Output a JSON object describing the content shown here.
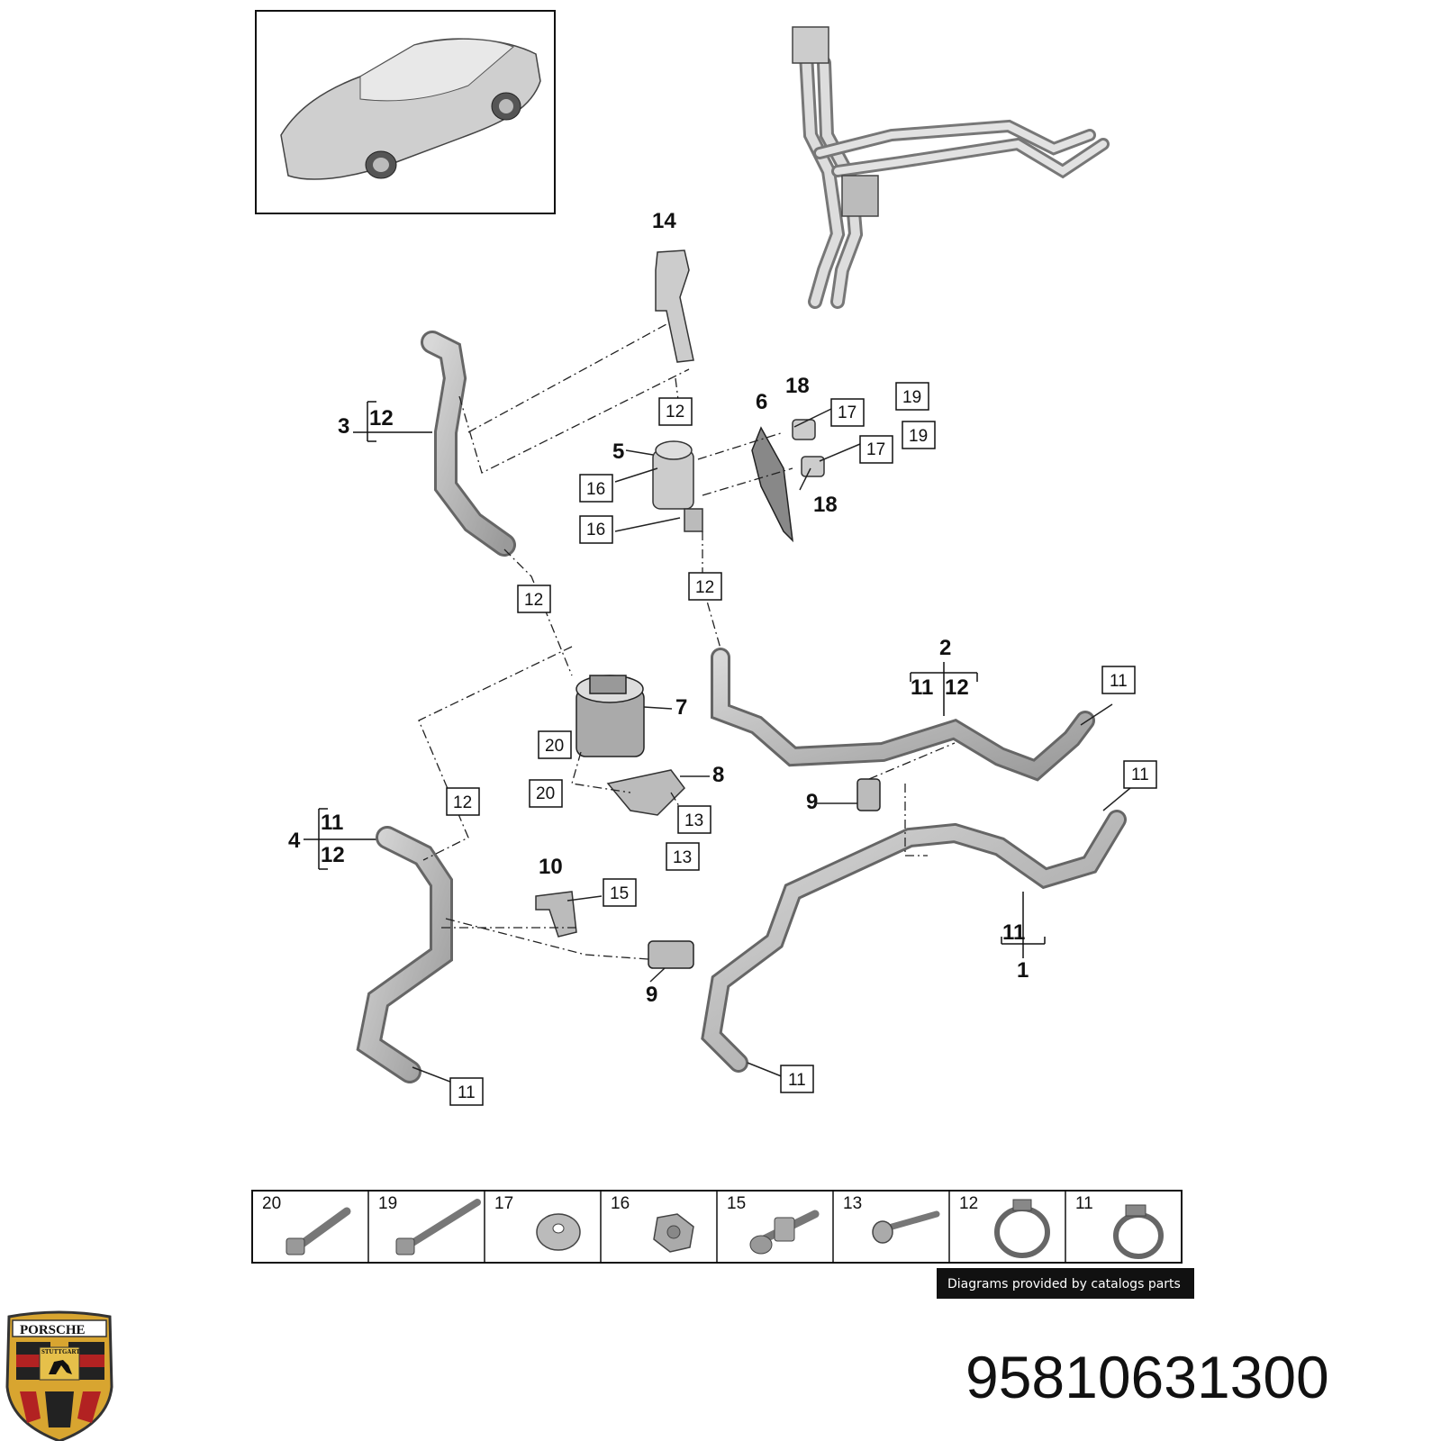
{
  "diagram": {
    "callouts": {
      "c14": "14",
      "c3": "3",
      "c3_sub": "12",
      "c6": "6",
      "c18a": "18",
      "c18b": "18",
      "c5": "5",
      "c2": "2",
      "c2_sub_a": "11",
      "c2_sub_b": "12",
      "c7": "7",
      "c8": "8",
      "c9a": "9",
      "c9b": "9",
      "c10": "10",
      "c4": "4",
      "c4_sub_a": "11",
      "c4_sub_b": "12",
      "c1": "1",
      "c1_sub": "11"
    },
    "boxes": {
      "b12_top": "12",
      "b16a": "16",
      "b16b": "16",
      "b17a": "17",
      "b17b": "17",
      "b19a": "19",
      "b19b": "19",
      "b12_left": "12",
      "b12_mid": "12",
      "b12_lower": "12",
      "b20a": "20",
      "b20b": "20",
      "b13a": "13",
      "b13b": "13",
      "b15": "15",
      "b11_r1": "11",
      "b11_r2": "11",
      "b11_bl": "11",
      "b11_bm": "11"
    }
  },
  "fastener_table": {
    "cells": [
      {
        "num": "20",
        "icon": "long-bolt-icon"
      },
      {
        "num": "19",
        "icon": "longer-bolt-icon"
      },
      {
        "num": "17",
        "icon": "washer-icon"
      },
      {
        "num": "16",
        "icon": "hex-nut-icon"
      },
      {
        "num": "15",
        "icon": "stud-bolt-icon"
      },
      {
        "num": "13",
        "icon": "screw-icon"
      },
      {
        "num": "12",
        "icon": "hose-clamp-icon"
      },
      {
        "num": "11",
        "icon": "hose-clamp-small-icon"
      }
    ]
  },
  "credit": "Diagrams provided by catalogs parts",
  "part_number": "95810631300",
  "logo": {
    "icon": "porsche-crest-icon",
    "text_top": "PORSCHE",
    "text_mid": "STUTTGART"
  }
}
